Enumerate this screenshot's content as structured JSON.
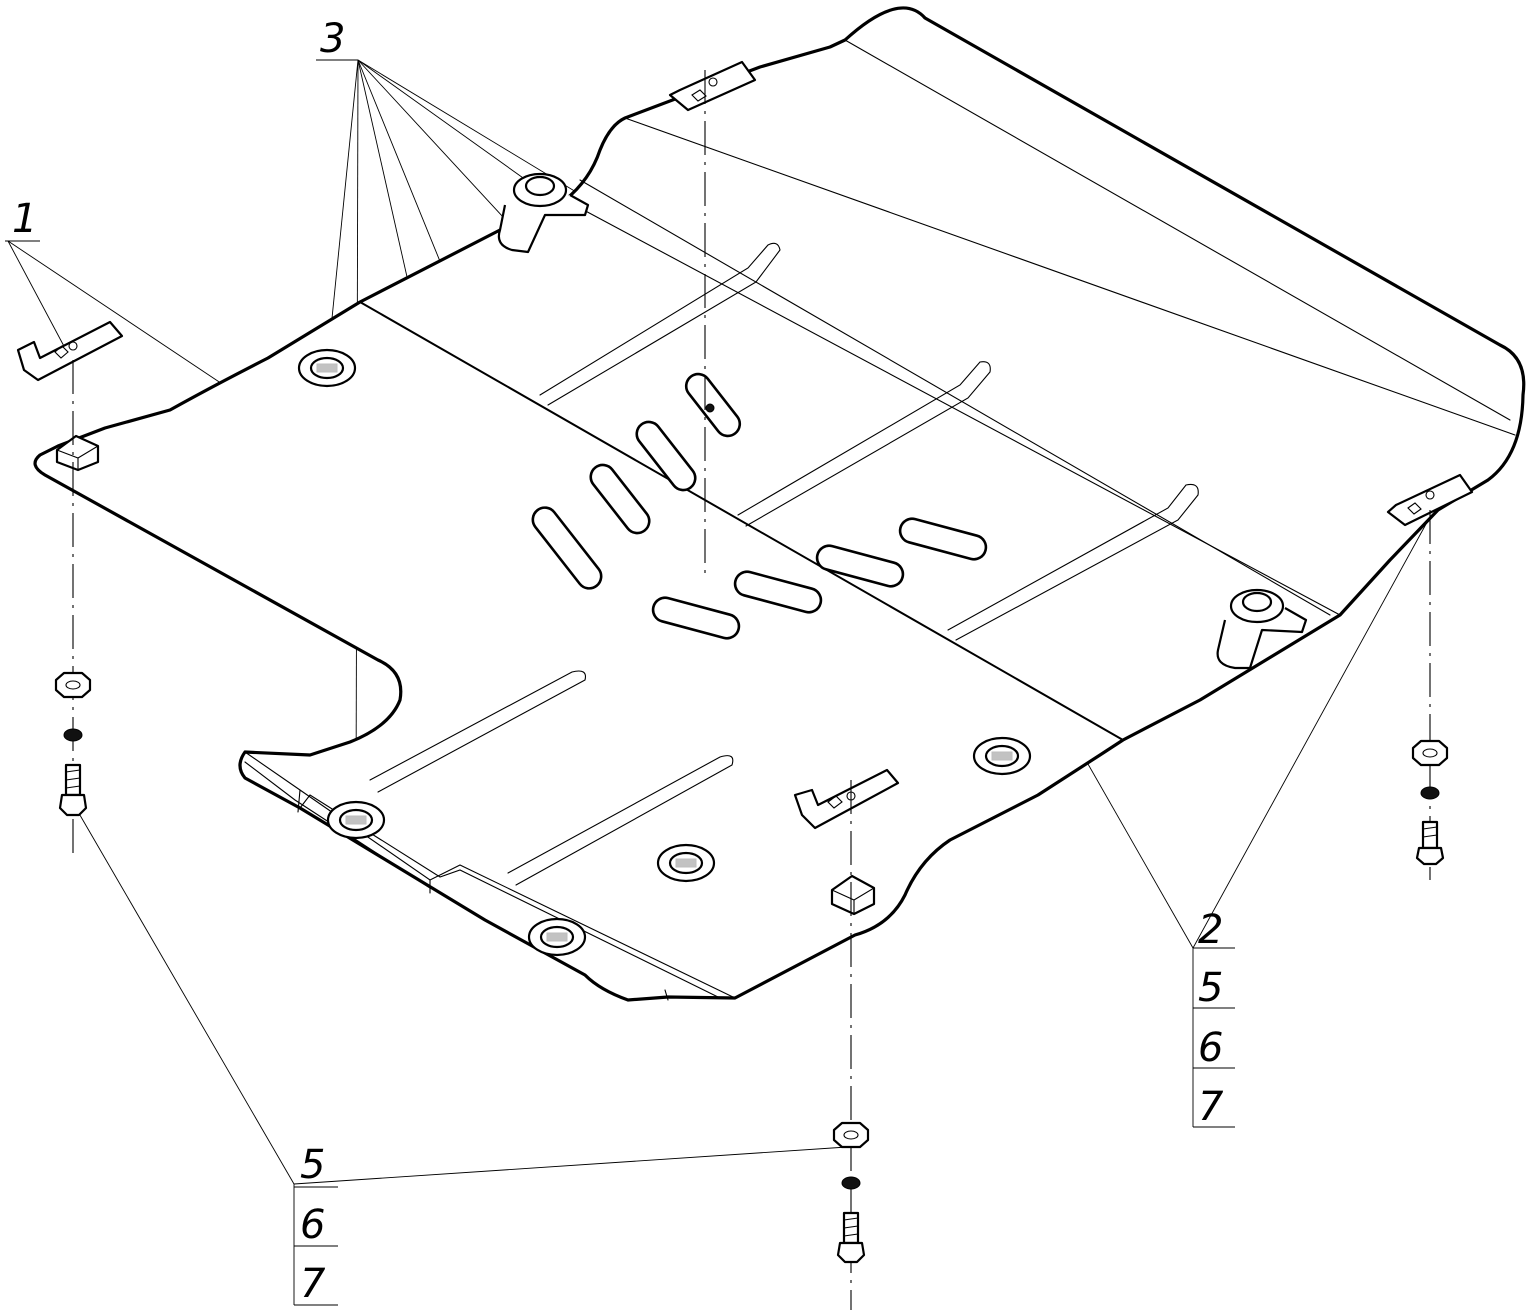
{
  "callouts": {
    "part1": "1",
    "part3": "3",
    "stack_right": [
      "2",
      "5",
      "6",
      "7"
    ],
    "stack_bottom": [
      "5",
      "6",
      "7"
    ]
  },
  "colors": {
    "line": "#000000",
    "background": "#ffffff",
    "hardware_fill": "#111111"
  }
}
